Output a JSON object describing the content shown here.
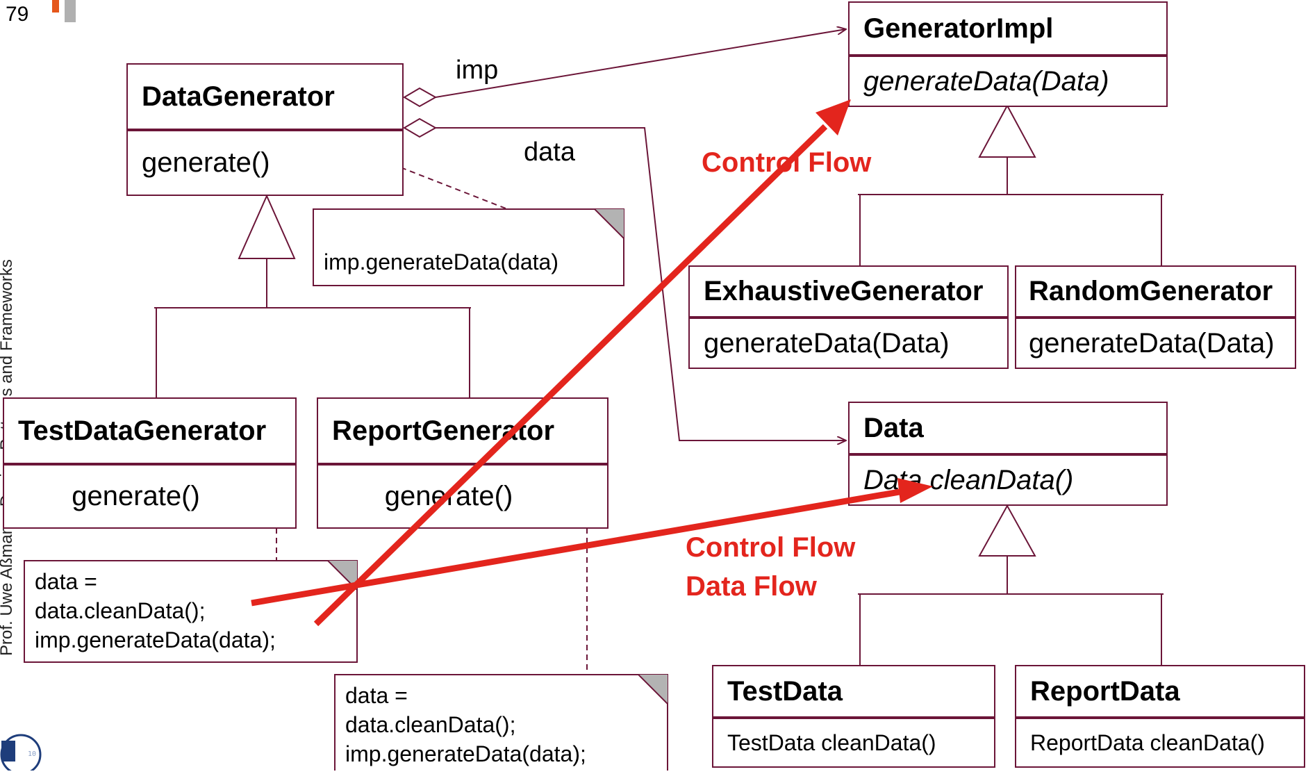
{
  "slide": {
    "page_number": "79",
    "side_text": "Prof. Uwe Aßmann, Design Patterns and Frameworks"
  },
  "classes": {
    "data_generator": {
      "name": "DataGenerator",
      "method": "generate()"
    },
    "generator_impl": {
      "name": "GeneratorImpl",
      "method": "generateData(Data)"
    },
    "exhaustive_generator": {
      "name": "ExhaustiveGenerator",
      "method": "generateData(Data)"
    },
    "random_generator": {
      "name": "RandomGenerator",
      "method": "generateData(Data)"
    },
    "test_data_generator": {
      "name": "TestDataGenerator",
      "method": "generate()"
    },
    "report_generator": {
      "name": "ReportGenerator",
      "method": "generate()"
    },
    "data": {
      "name": "Data",
      "method": "Data cleanData()"
    },
    "test_data": {
      "name": "TestData",
      "method": "TestData cleanData()"
    },
    "report_data": {
      "name": "ReportData",
      "method": "ReportData cleanData()"
    }
  },
  "associations": {
    "imp_label": "imp",
    "data_label": "data"
  },
  "notes": {
    "data_generator_note": {
      "line1": "imp.generateData(data)"
    },
    "test_data_generator_note": {
      "line1": "data =",
      "line2": "data.cleanData();",
      "line3": "imp.generateData(data);"
    },
    "report_generator_note": {
      "line1": "data =",
      "line2": "data.cleanData();",
      "line3": "imp.generateData(data);"
    }
  },
  "annotations": {
    "control_flow_1": "Control Flow",
    "control_flow_2": "Control Flow",
    "data_flow": "Data Flow"
  },
  "colors": {
    "line": "#6b1538",
    "arrow_red": "#e3251d",
    "note_corner": "#b3b3b3"
  }
}
